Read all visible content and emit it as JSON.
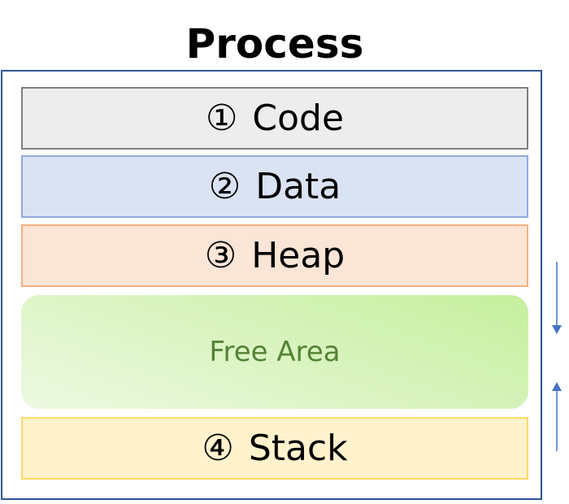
{
  "title": "Process",
  "segments": [
    {
      "num": "①",
      "label": "Code"
    },
    {
      "num": "②",
      "label": "Data"
    },
    {
      "num": "③",
      "label": "Heap"
    },
    {
      "num": "④",
      "label": "Stack"
    }
  ],
  "free_area": {
    "label": "Free Area"
  },
  "colors": {
    "process_border": "#2f5597",
    "code_fill": "#ededed",
    "data_fill": "#dae3f3",
    "heap_fill": "#fbe5d6",
    "free_fill": "#c5ef9c",
    "stack_fill": "#fff2cc",
    "arrow": "#4472c4"
  },
  "arrows": [
    {
      "name": "heap-growth",
      "direction": "down"
    },
    {
      "name": "stack-growth",
      "direction": "up"
    }
  ]
}
